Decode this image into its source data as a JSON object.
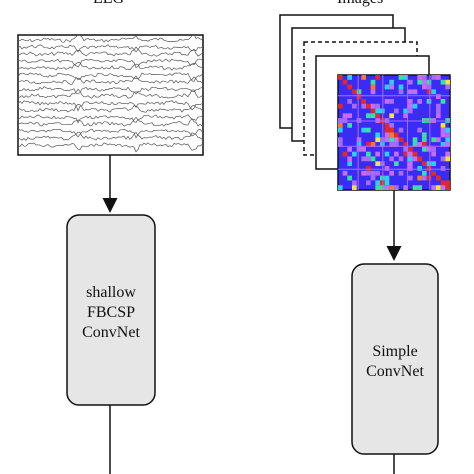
{
  "left_branch": {
    "input_label": "EEG",
    "model_lines": [
      "shallow",
      "FBCSP",
      "ConvNet"
    ]
  },
  "right_branch": {
    "input_label": "Images",
    "model_lines": [
      "Simple",
      "ConvNet"
    ]
  },
  "colors": {
    "box_fill": "#e6e6e6",
    "stroke": "#111111",
    "heatmap_base": "#3b2cf5",
    "heatmap_grid": "#a96bff"
  }
}
